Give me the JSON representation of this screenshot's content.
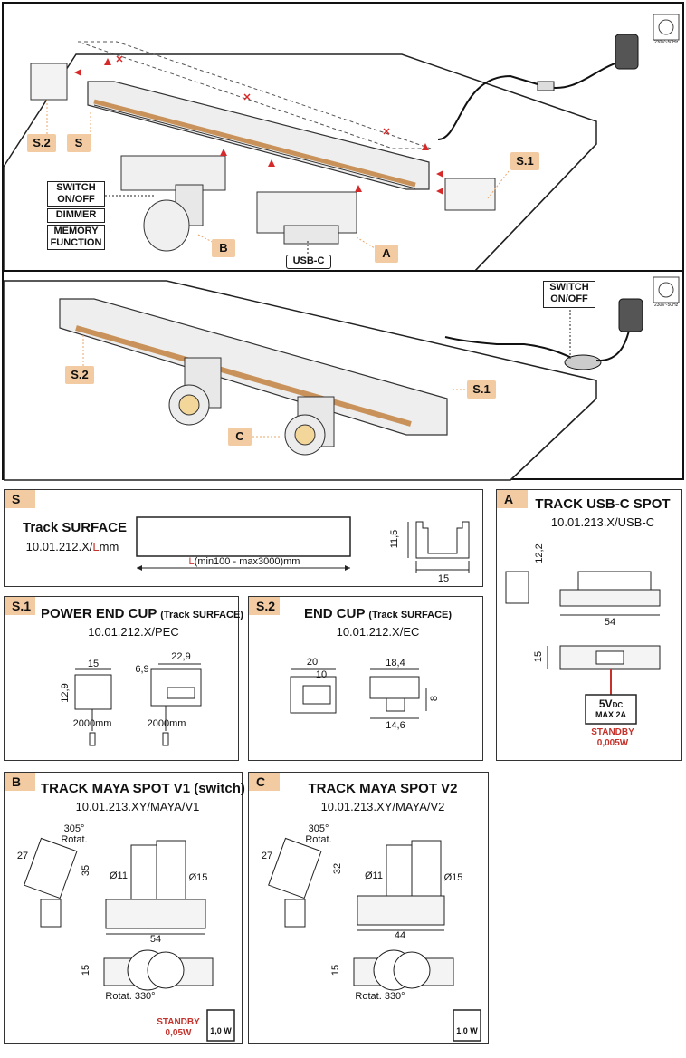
{
  "top_diagram": {
    "labels": {
      "s2": "S.2",
      "s": "S",
      "s1": "S.1",
      "a": "A",
      "b": "B"
    },
    "switch_menu": [
      "SWITCH ON/OFF",
      "DIMMER",
      "MEMORY FUNCTION"
    ],
    "usbc": "USB-C",
    "plug_text": "230V~50Hz"
  },
  "mid_diagram": {
    "labels": {
      "s2": "S.2",
      "s1": "S.1",
      "c": "C"
    },
    "switch": "SWITCH ON/OFF",
    "plug_text": "230V~50Hz"
  },
  "panel_s": {
    "tag": "S",
    "title": "Track  SURFACE",
    "code_prefix": "10.01.212.X/",
    "code_l": "L",
    "code_suffix": "mm",
    "length_l": "L",
    "length_rest": "(min100 - max3000)mm",
    "dim_h": "11,5",
    "dim_w": "15"
  },
  "panel_a": {
    "tag": "A",
    "title": "TRACK USB-C SPOT",
    "code": "10.01.213.X/USB-C",
    "dim_h": "12,2",
    "dim_w": "54",
    "dim_d": "15",
    "power": "5V",
    "power_unit": "DC",
    "max": "MAX 2A",
    "standby": "STANDBY",
    "standby_val": "0,005W"
  },
  "panel_s1": {
    "tag": "S.1",
    "title": "POWER END CUP",
    "title_suffix": "(Track SURFACE)",
    "code": "10.01.212.X/PEC",
    "dim_w": "15",
    "dim_h": "12,9",
    "dim_w2": "22,9",
    "dim_d": "6,9",
    "cable1": "2000mm",
    "cable2": "2000mm"
  },
  "panel_s2": {
    "tag": "S.2",
    "title": "END CUP",
    "title_suffix": "(Track SURFACE)",
    "code": "10.01.212.X/EC",
    "dim_a": "20",
    "dim_b": "10",
    "dim_c": "18,4",
    "dim_d": "8",
    "dim_e": "14,6"
  },
  "panel_b": {
    "tag": "B",
    "title": "TRACK MAYA SPOT V1 (switch)",
    "code": "10.01.213.XY/MAYA/V1",
    "rot_top": "305°",
    "rot_top2": "Rotat.",
    "dim_head": "27",
    "dim_h": "35",
    "dia_a": "Ø11",
    "dia_b": "Ø15",
    "dim_w": "54",
    "dim_d": "15",
    "rot_bottom": "Rotat. 330°",
    "standby": "STANDBY",
    "standby_val": "0,05W",
    "watt": "1,0 W"
  },
  "panel_c": {
    "tag": "C",
    "title": "TRACK MAYA SPOT V2",
    "code": "10.01.213.XY/MAYA/V2",
    "rot_top": "305°",
    "rot_top2": "Rotat.",
    "dim_head": "27",
    "dim_h": "32",
    "dia_a": "Ø11",
    "dia_b": "Ø15",
    "dim_w": "44",
    "dim_d": "15",
    "rot_bottom": "Rotat. 330°",
    "watt": "1,0 W"
  },
  "colors": {
    "tag": "#f2cba2",
    "red": "#c4322b",
    "track": "#e9e9e9",
    "wood": "#d3a36a"
  }
}
